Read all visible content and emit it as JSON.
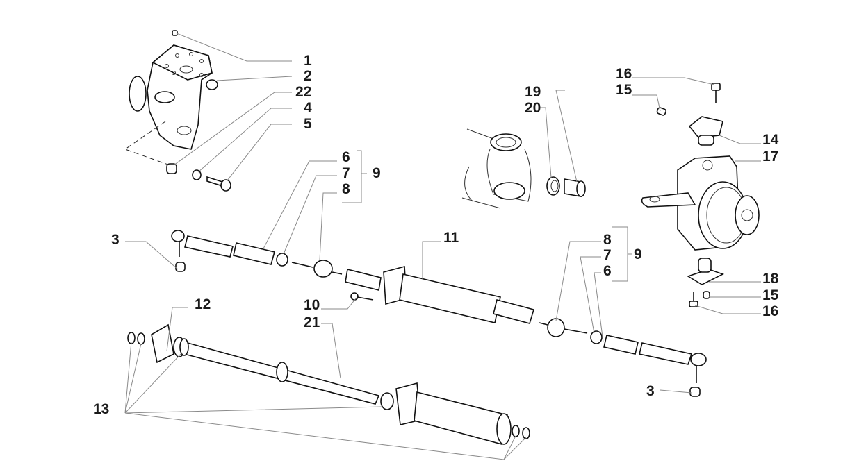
{
  "diagram": {
    "title": "Steering cylinder / steering knuckle exploded view",
    "callouts": [
      {
        "id": "c1",
        "label": "1"
      },
      {
        "id": "c2",
        "label": "2"
      },
      {
        "id": "c22",
        "label": "22"
      },
      {
        "id": "c4",
        "label": "4"
      },
      {
        "id": "c5",
        "label": "5"
      },
      {
        "id": "c6a",
        "label": "6"
      },
      {
        "id": "c7a",
        "label": "7"
      },
      {
        "id": "c8a",
        "label": "8"
      },
      {
        "id": "c9a",
        "label": "9"
      },
      {
        "id": "c3a",
        "label": "3"
      },
      {
        "id": "c11",
        "label": "11"
      },
      {
        "id": "c10",
        "label": "10"
      },
      {
        "id": "c21",
        "label": "21"
      },
      {
        "id": "c12",
        "label": "12"
      },
      {
        "id": "c13",
        "label": "13"
      },
      {
        "id": "c19",
        "label": "19"
      },
      {
        "id": "c20",
        "label": "20"
      },
      {
        "id": "c16a",
        "label": "16"
      },
      {
        "id": "c15a",
        "label": "15"
      },
      {
        "id": "c14",
        "label": "14"
      },
      {
        "id": "c17",
        "label": "17"
      },
      {
        "id": "c8b",
        "label": "8"
      },
      {
        "id": "c7b",
        "label": "7"
      },
      {
        "id": "c6b",
        "label": "6"
      },
      {
        "id": "c9b",
        "label": "9"
      },
      {
        "id": "c18",
        "label": "18"
      },
      {
        "id": "c15b",
        "label": "15"
      },
      {
        "id": "c16b",
        "label": "16"
      },
      {
        "id": "c3b",
        "label": "3"
      }
    ]
  }
}
